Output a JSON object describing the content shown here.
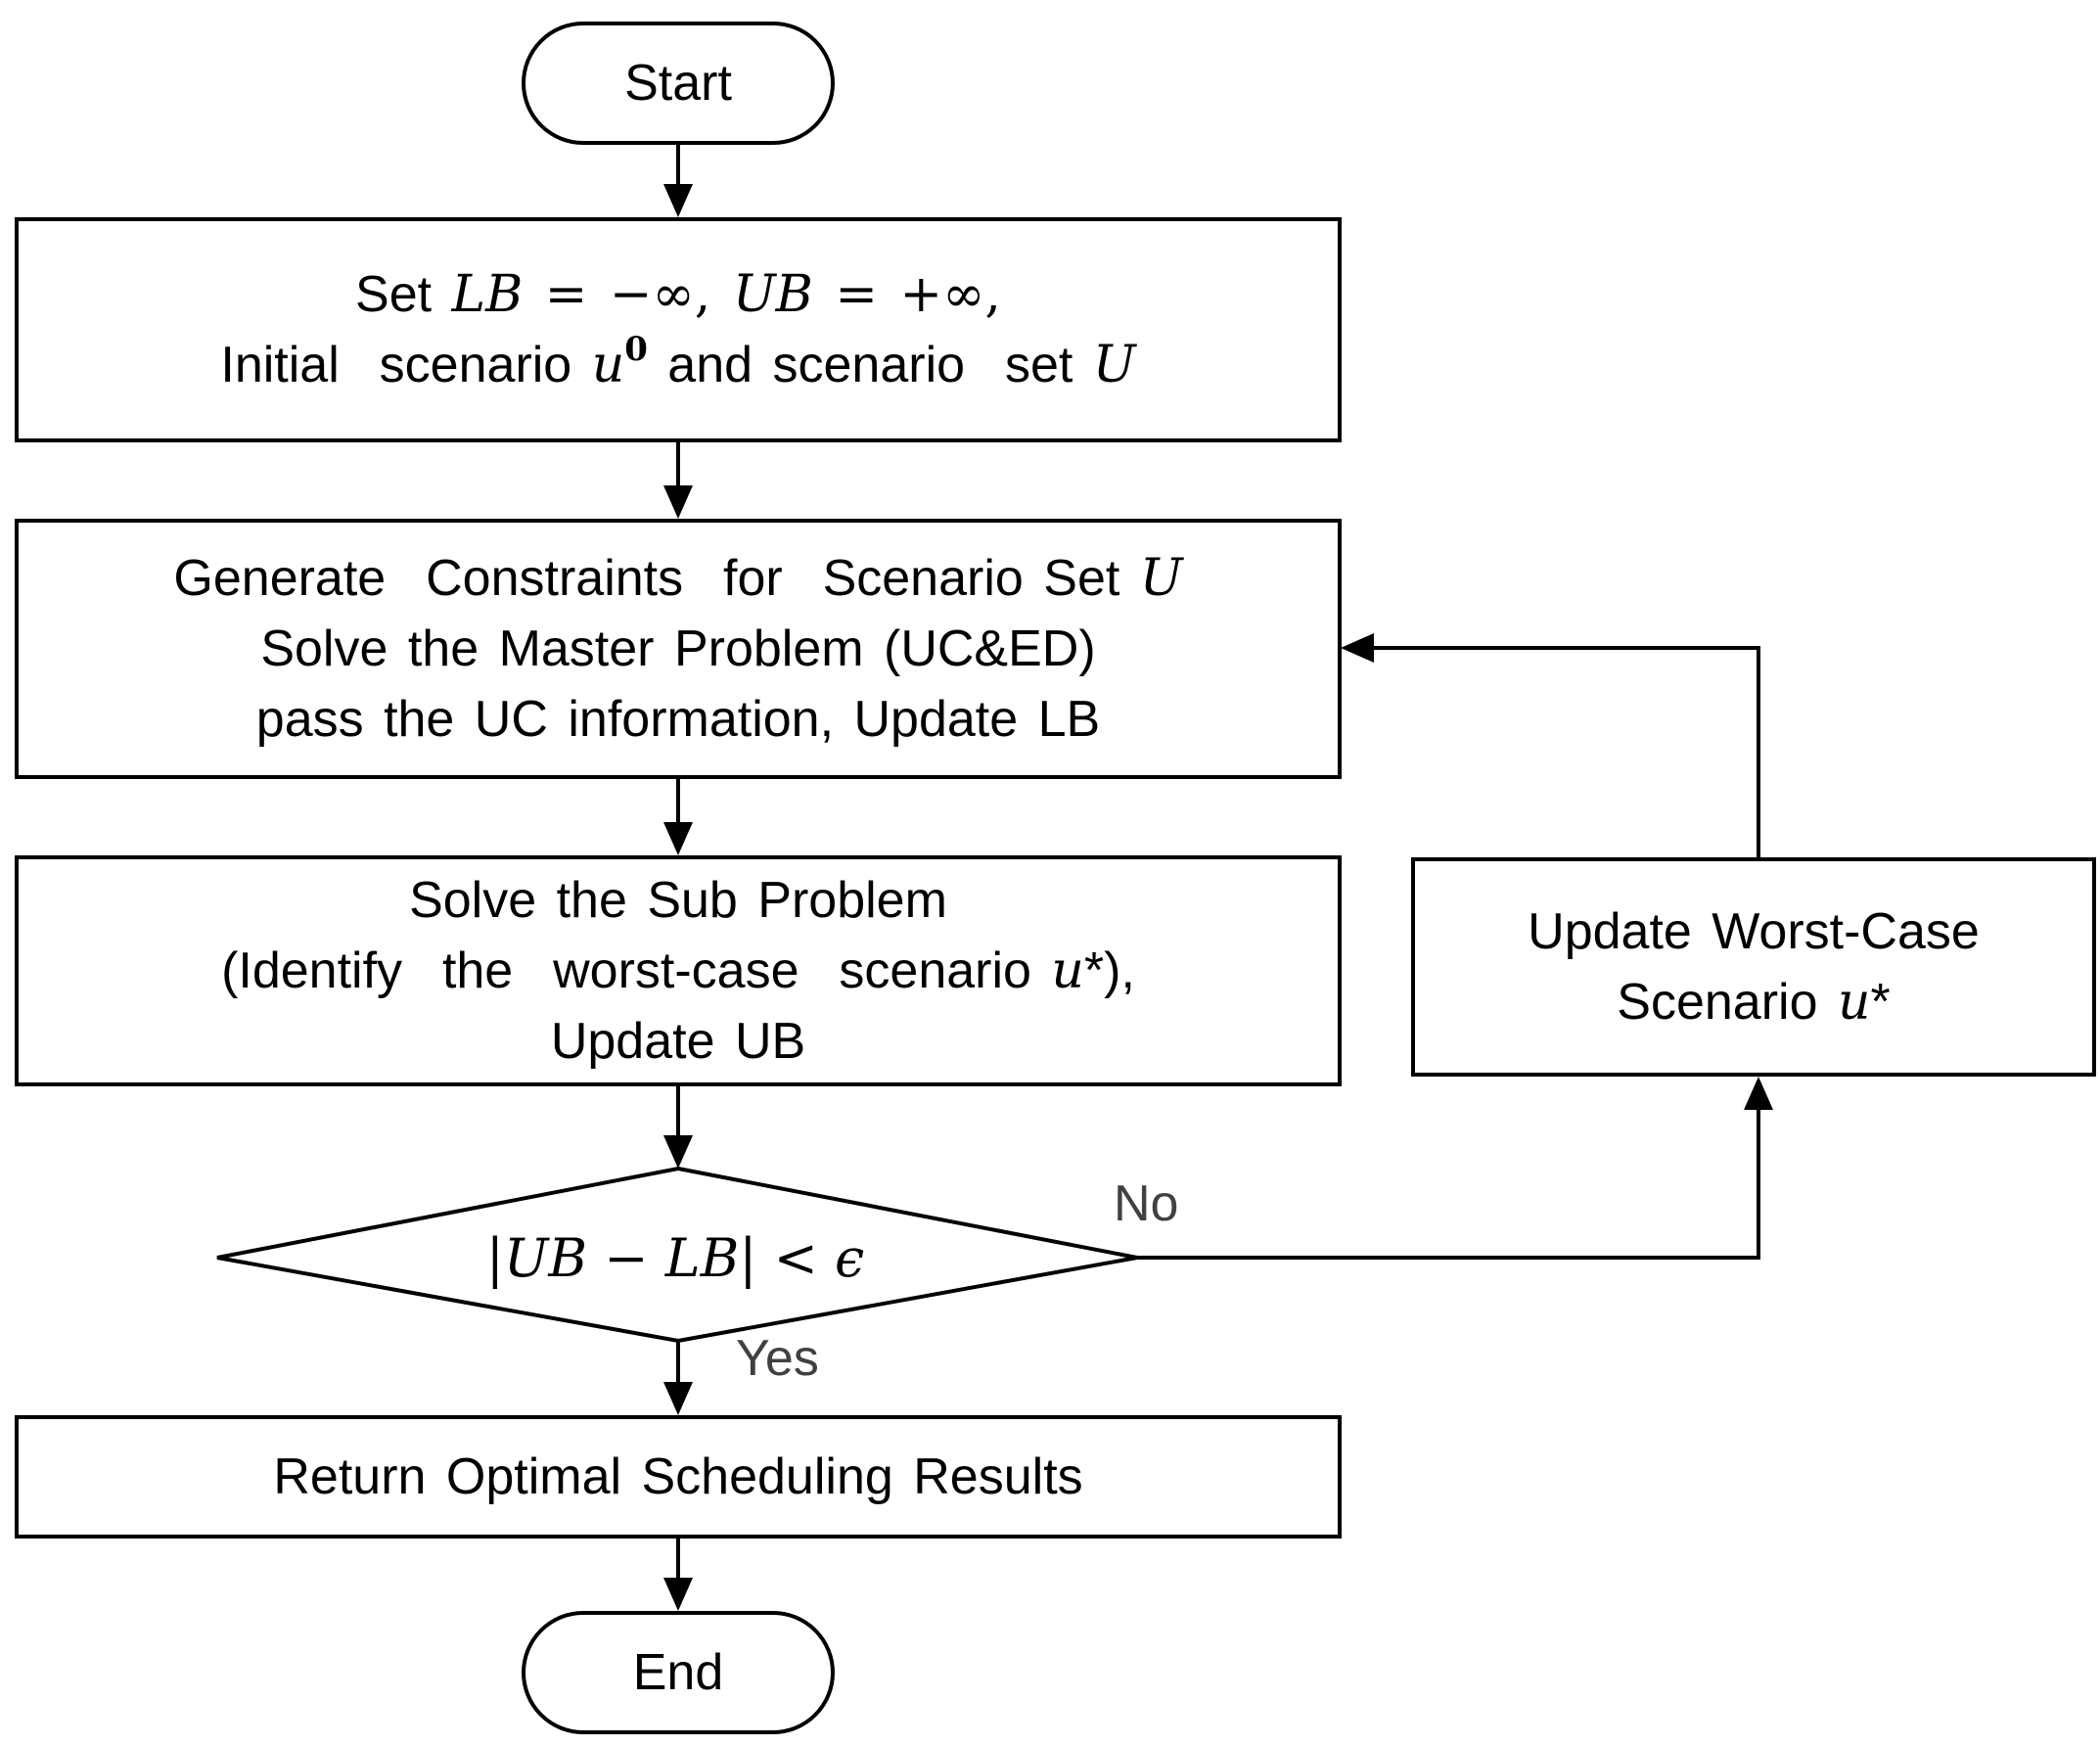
{
  "start": {
    "label": "Start"
  },
  "init": {
    "line1": {
      "prefix": "Set ",
      "lb": "LB",
      "lb_val": " = −∞, ",
      "ub": "UB",
      "ub_val": " = +∞,"
    },
    "line2": {
      "prefix": "Initial  scenario ",
      "var": "u",
      "sup": "0",
      "mid": " and scenario  set ",
      "set": "U"
    }
  },
  "master": {
    "line1_text": "Generate  Constraints  for  Scenario Set ",
    "line1_var": "U",
    "line2": "Solve the  Master  Problem  (UC&ED)",
    "line3": "pass  the  UC  information,  Update  LB"
  },
  "sub": {
    "line1": "Solve the  Sub  Problem",
    "line2_text": "(Identify  the  worst-case  scenario ",
    "line2_var": "u",
    "line2_end": "*),",
    "line3": "Update  UB"
  },
  "decision": {
    "bar_open": "|",
    "ub": "UB",
    "minus": " − ",
    "lb": "LB",
    "bar_close": "|",
    "lt": " < ",
    "eps": "ϵ"
  },
  "branches": {
    "no": "No",
    "yes": "Yes"
  },
  "update": {
    "line1": "Update  Worst-Case",
    "line2_text": "Scenario ",
    "line2_var": "u",
    "line2_end": "*"
  },
  "result": {
    "label": "Return  Optimal  Scheduling  Results"
  },
  "end": {
    "label": "End"
  },
  "colors": {
    "stroke": "#000000",
    "branch_label": "#404040",
    "background": "#ffffff"
  }
}
